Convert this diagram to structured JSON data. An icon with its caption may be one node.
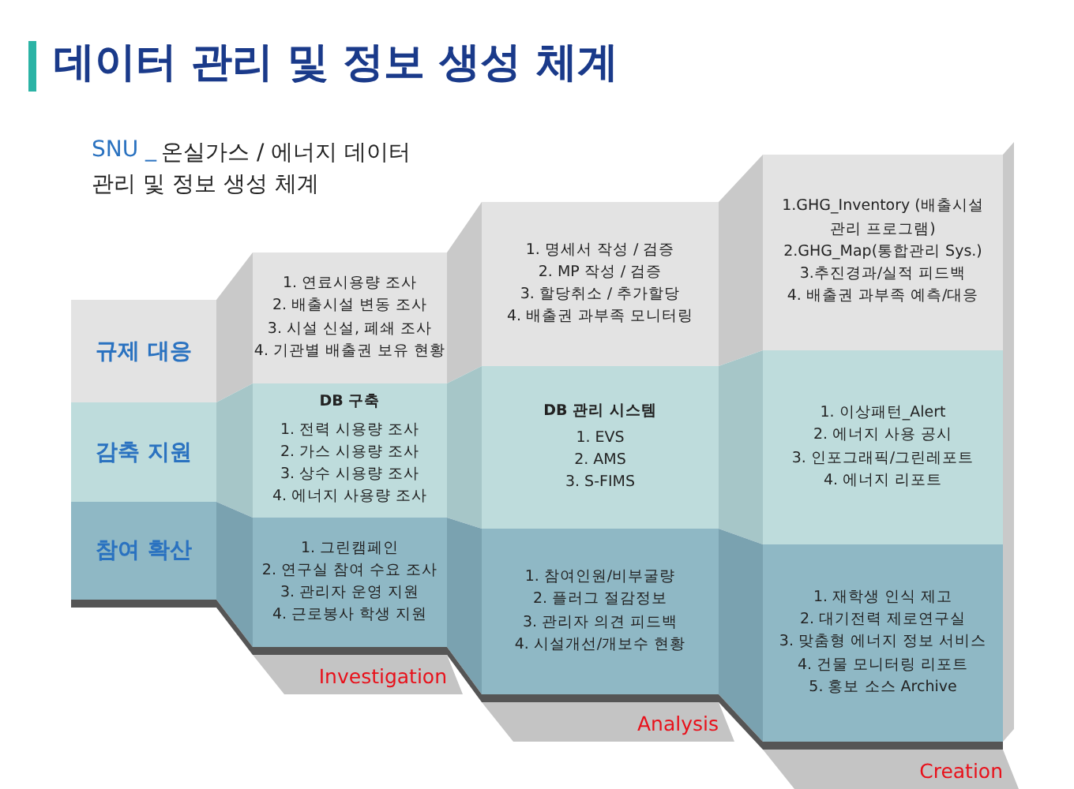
{
  "diagram": {
    "title": "데이터 관리 및 정보 생성 체계",
    "nodes": [
      {
        "text": [
          "규제 대응"
        ]
      },
      {
        "text": [
          "감축 지원"
        ]
      },
      {
        "text": [
          "참여 확산"
        ]
      },
      {
        "text": [
          "1. 연료시용량 조사",
          "2. 배출시설 변동 조사",
          "3. 시설 신설, 폐쇄 조사",
          "4. 기관별 배출권 보유 현황"
        ]
      },
      {
        "text": [
          "DB 구축",
          "1. 전력 시용량 조사",
          "2. 가스 시용량 조사",
          "3. 상수 시용량 조사",
          "4. 에너지 사용량 조사"
        ]
      },
      {
        "text": [
          "1. 그린캠페인",
          "2. 연구실 참여 수요 조사",
          "3. 관리자 운영 지원",
          "4. 근로봉사 학생 지원"
        ]
      },
      {
        "text": [
          "1. 명세서 작성 / 검증",
          "2. MP 작성 / 검증",
          "3. 할당취소 / 추가할당",
          "4. 배출권 과부족 모니터링"
        ]
      },
      {
        "text": [
          "DB 관리 시스템",
          "1. EVS",
          "2. AMS",
          "3. S-FIMS"
        ]
      },
      {
        "text": [
          "1. 참여인원/비부굴량",
          "2. 플러그 절감정보",
          "3. 관리자 의견 피드백",
          "4. 시설개선/개보수 현황"
        ]
      },
      {
        "text": [
          "1.GHG_Inventory (배출시설 관리 프로그램)",
          "2.GHG_Map(통합관리 Sys.)",
          "3.추진경과/실적 피드백",
          "4. 배출권 과부족 예측/대응"
        ]
      },
      {
        "text": [
          "1. 이상패턴_Alert",
          "2. 에너지 사용 공시",
          "3. 인포그래픽/그린레포트",
          "4. 에너지 리포트"
        ]
      },
      {
        "text": [
          "1. 재학생 인식 제고",
          "2. 대기전력 제로연구실",
          "3. 맞춤형 에너지 정보 서비스",
          "4. 건물 모니터링 리포트",
          "5. 홍보 소스 Archive"
        ]
      }
    ],
    "labels": [
      "SNU _",
      "온실가스 / 에너지 데이터 관리 및 정보 생성 체계",
      "Investigation",
      "Analysis",
      "Creation"
    ]
  }
}
